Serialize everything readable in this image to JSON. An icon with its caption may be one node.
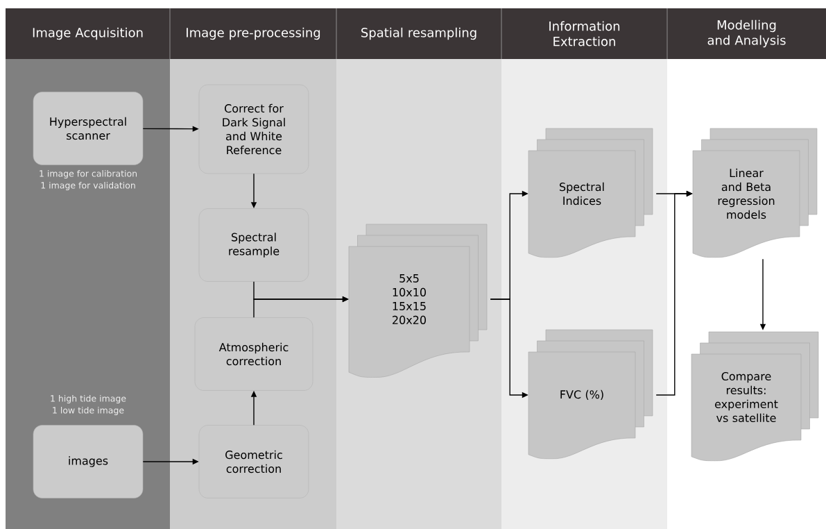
{
  "diagram": {
    "nodes": [
      {
        "text": [
          "Image Acquisition"
        ]
      },
      {
        "text": [
          "Image pre-processing"
        ]
      },
      {
        "text": [
          "Spatial resampling"
        ]
      },
      {
        "text": [
          "Information Extraction"
        ]
      },
      {
        "text": [
          "Modelling and Analysis"
        ]
      },
      {
        "text": [
          "Hyperspectral scanner"
        ],
        "beside": [
          "1 image for calibration",
          "1 image for validation"
        ]
      },
      {
        "text": [
          "Correct for Dark Signal and White Reference"
        ]
      },
      {
        "text": [
          "Spectral resample"
        ]
      },
      {
        "text": [
          "Atmospheric correction"
        ]
      },
      {
        "text": [
          "images"
        ],
        "beside": [
          "1 high tide image",
          "1 low tide image"
        ]
      },
      {
        "text": [
          "Geometric correction"
        ]
      },
      {
        "text": [
          "5x5 10x10 15x15 20x20"
        ]
      },
      {
        "text": [
          "Spectral Indices"
        ]
      },
      {
        "text": [
          "FVC (%)"
        ]
      },
      {
        "text": [
          "Linear and Beta regression models"
        ]
      },
      {
        "text": [
          "Compare results: experiment vs satellite"
        ]
      }
    ],
    "edges": [
      {
        "from": 5,
        "to": 6,
        "arrow": "to"
      },
      {
        "from": 6,
        "to": 7,
        "arrow": "to"
      },
      {
        "from": 9,
        "to": 10,
        "arrow": "to"
      },
      {
        "from": 10,
        "to": 8,
        "arrow": "to"
      },
      {
        "from": 7,
        "to": 11,
        "arrow": "to"
      },
      {
        "from": 8,
        "to": 11,
        "arrow": "to"
      },
      {
        "from": 11,
        "to": 12,
        "arrow": "to"
      },
      {
        "from": 11,
        "to": 13,
        "arrow": "to"
      },
      {
        "from": 12,
        "to": 14,
        "arrow": "to"
      },
      {
        "from": 13,
        "to": 14,
        "arrow": "to"
      },
      {
        "from": 14,
        "to": 15,
        "arrow": "to"
      }
    ]
  }
}
